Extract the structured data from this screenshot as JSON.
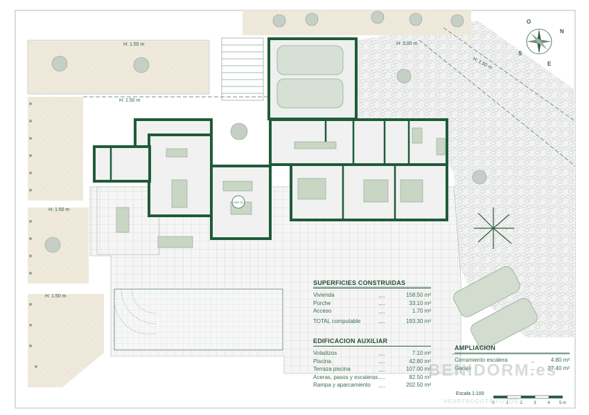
{
  "plan": {
    "heights": {
      "h1": "H: 1.50 m",
      "h2": "H: 1.50 m",
      "h3": "H: 1.50 m",
      "h4": "H: 1.50 m",
      "h_top": "H: 3.00 m",
      "h_diag": "H: 1.50 m"
    },
    "compass": [
      "O",
      "N",
      "S",
      "E"
    ],
    "living_tag": "ESC 01"
  },
  "superficies": {
    "title": "SUPERFICIES CONSTRUIDAS",
    "rows": [
      {
        "label": "Vivienda",
        "value": "158.50 m²"
      },
      {
        "label": "Porche",
        "value": "33.10 m²"
      },
      {
        "label": "Acceso",
        "value": "1.70 m²"
      }
    ],
    "total": {
      "label": "TOTAL computable",
      "value": "193.30 m²"
    }
  },
  "auxiliar": {
    "title": "EDIFICACION AUXILIAR",
    "rows": [
      {
        "label": "Voladizos",
        "value": "7.10 m²"
      },
      {
        "label": "Piscina",
        "value": "42.80 m²"
      },
      {
        "label": "Terraza piscina",
        "value": "107.00 m²"
      },
      {
        "label": "Aceras, pasos y escaleras",
        "value": "82.50 m²"
      },
      {
        "label": "Rampa y aparcamiento",
        "value": "202.50 m²"
      }
    ]
  },
  "ampliacion": {
    "title": "AMPLIACION",
    "rows": [
      {
        "label": "Cerramiento escalera",
        "value": "4.80 m²"
      },
      {
        "label": "Garaje",
        "value": "37.40 m²"
      }
    ]
  },
  "scale": {
    "label": "Escala 1:100",
    "ticks": [
      "0",
      "1",
      "2",
      "3",
      "4",
      "5 m"
    ]
  },
  "watermark": {
    "main": "BENIDORM.es",
    "sub": "HEARTBOGOTÁ·FOTOS"
  },
  "colors": {
    "wall": "#1f5a3a",
    "garden": "#efe9dc",
    "room": "#e9ebe9",
    "furniture": "#c9d6c4",
    "text": "#2f5f45",
    "paving": "#eef0ef"
  }
}
